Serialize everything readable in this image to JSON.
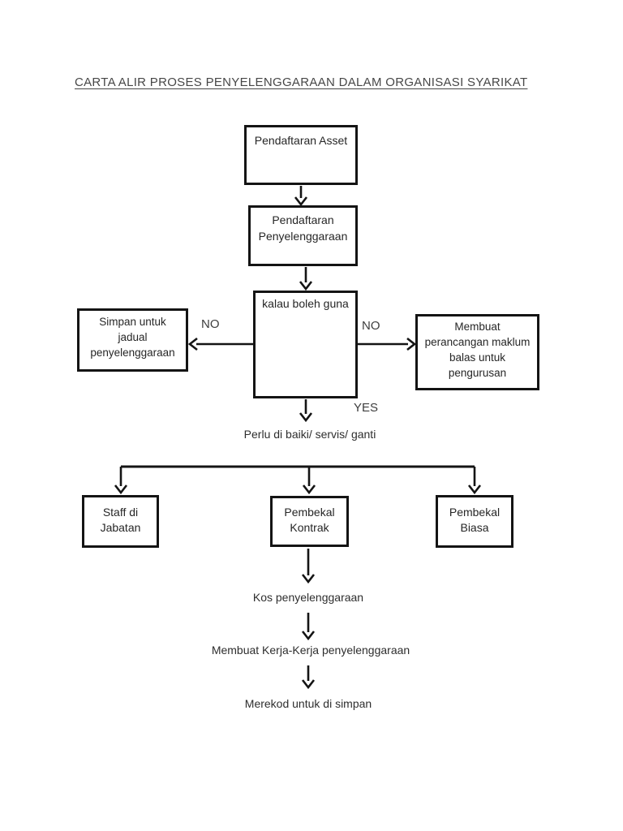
{
  "diagram": {
    "title": "CARTA ALIR PROSES PENYELENGGARAAN DALAM ORGANISASI SYARIKAT",
    "nodes": {
      "asset": "Pendaftaran Asset",
      "registration": "Pendaftaran\nPenyelenggaraan",
      "decision": "kalau boleh guna",
      "save_schedule": "Simpan untuk\njadual\npenyelenggaraan",
      "feedback_plan": "Membuat\nperancangan maklum\nbalas untuk\npengurusan",
      "staff": "Staff di\nJabatan",
      "contract_supplier": "Pembekal\nKontrak",
      "regular_supplier": "Pembekal\nBiasa"
    },
    "edge_labels": {
      "no_left": "NO",
      "no_right": "NO",
      "yes": "YES"
    },
    "step_labels": {
      "repair": "Perlu di baiki/ servis/ ganti",
      "cost": "Kos penyelenggaraan",
      "work": "Membuat Kerja-Kerja penyelenggaraan",
      "record": "Merekod untuk di simpan"
    },
    "colors": {
      "line": "#141414",
      "text": "#262626",
      "title": "#474747",
      "background": "#ffffff"
    }
  }
}
